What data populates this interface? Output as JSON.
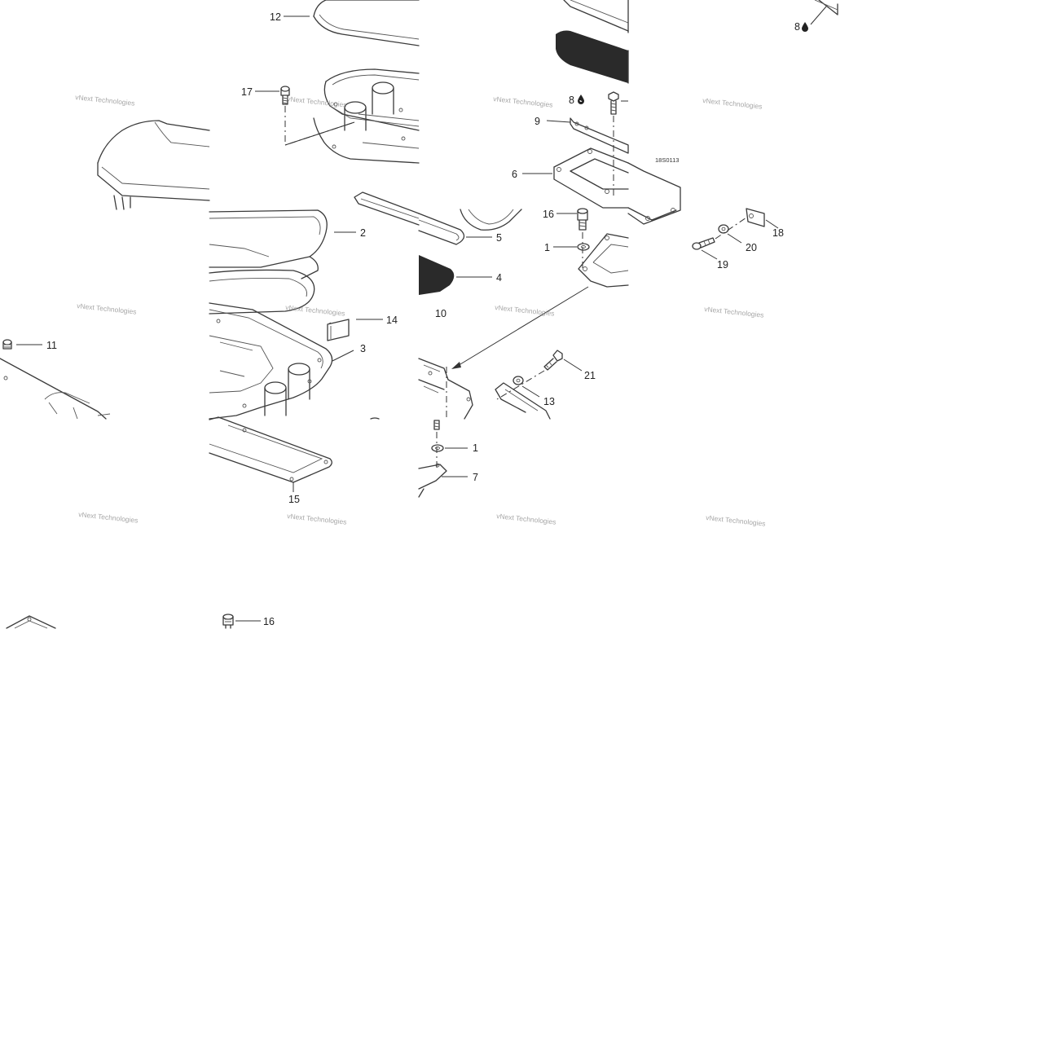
{
  "diagram": {
    "reference_code": "18S0113",
    "watermark_text": "vNext Technologies",
    "callouts": [
      {
        "id": "c12",
        "label": "12"
      },
      {
        "id": "c17",
        "label": "17"
      },
      {
        "id": "c8a",
        "label": "8"
      },
      {
        "id": "c9",
        "label": "9"
      },
      {
        "id": "c6",
        "label": "6"
      },
      {
        "id": "c8b",
        "label": "8"
      },
      {
        "id": "c2",
        "label": "2"
      },
      {
        "id": "c5",
        "label": "5"
      },
      {
        "id": "c4",
        "label": "4"
      },
      {
        "id": "c10",
        "label": "10"
      },
      {
        "id": "c14",
        "label": "14"
      },
      {
        "id": "c3",
        "label": "3"
      },
      {
        "id": "c16a",
        "label": "16"
      },
      {
        "id": "c1a",
        "label": "1"
      },
      {
        "id": "c18",
        "label": "18"
      },
      {
        "id": "c20",
        "label": "20"
      },
      {
        "id": "c19",
        "label": "19"
      },
      {
        "id": "c11",
        "label": "11"
      },
      {
        "id": "c21",
        "label": "21"
      },
      {
        "id": "c13",
        "label": "13"
      },
      {
        "id": "c1b",
        "label": "1"
      },
      {
        "id": "c7",
        "label": "7"
      },
      {
        "id": "c15",
        "label": "15"
      },
      {
        "id": "c16b",
        "label": "16"
      }
    ],
    "colors": {
      "line": "#3a3a3a",
      "mesh": "#2a2a2a",
      "watermark": "#8a8a8a"
    }
  }
}
